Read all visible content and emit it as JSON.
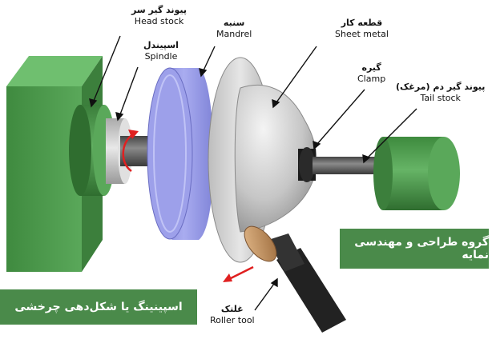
{
  "labels": {
    "head_stock": {
      "fa": "پیوند گیر سر",
      "en": "Head stock"
    },
    "spindle": {
      "fa": "اسپیندل",
      "en": "Spindle"
    },
    "mandrel": {
      "fa": "سنبه",
      "en": "Mandrel"
    },
    "sheet_metal": {
      "fa": "قطعه کار",
      "en": "Sheet metal"
    },
    "clamp": {
      "fa": "گیره",
      "en": "Clamp"
    },
    "tail_stock": {
      "fa": "پیوند گیر دم (مرغک)",
      "en": "Tail stock"
    },
    "roller_tool": {
      "fa": "غلتک",
      "en": "Roller tool"
    }
  },
  "banners": {
    "group_name": "گروه طراحی و مهندسی نمایه",
    "process_name": "اسپینینگ یا شکل‌دهی چرخشی"
  },
  "colors": {
    "stock_green": "#4f9a4f",
    "mandrel_blue": "#9a9de6",
    "sheet_gray": "#c9c9c9",
    "banner_green": "#4a8a4a",
    "arrow_red": "#e02020"
  }
}
